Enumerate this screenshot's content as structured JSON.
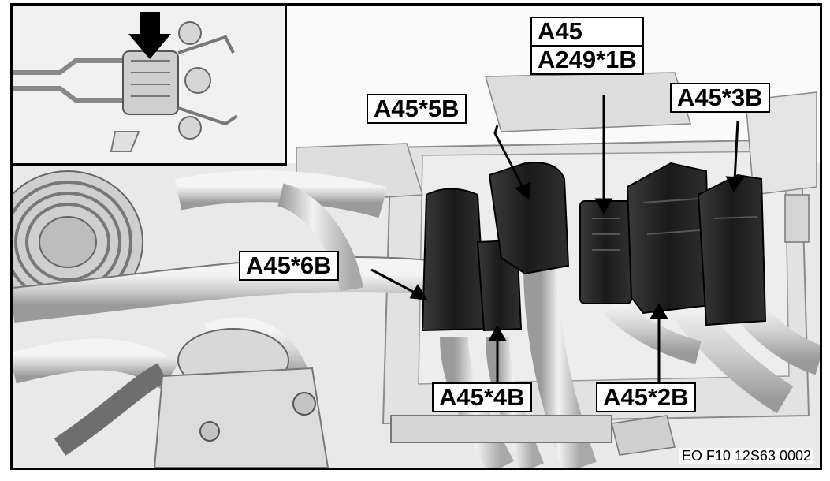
{
  "labels": {
    "a45_5b": "A45*5B",
    "a45_top": "A45",
    "a249_1b": "A249*1B",
    "a45_3b": "A45*3B",
    "a45_6b": "A45*6B",
    "a45_4b": "A45*4B",
    "a45_2b": "A45*2B"
  },
  "figure_ref": "EO F10 12S63 0002",
  "colors": {
    "line": "#000000",
    "connector": "#262626",
    "pipe": "#dcdcdc",
    "background": "#fafafa"
  }
}
